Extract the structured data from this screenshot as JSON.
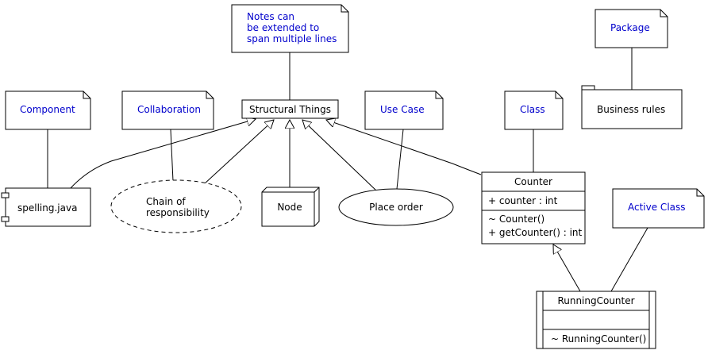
{
  "notes": {
    "main": [
      "Notes can",
      "be extended to",
      "span multiple lines"
    ],
    "component": "Component",
    "collaboration": "Collaboration",
    "use_case": "Use Case",
    "class": "Class",
    "package": "Package",
    "active_class": "Active Class"
  },
  "elements": {
    "structural_things": "Structural Things",
    "spelling": "spelling.java",
    "chain": [
      "Chain of",
      "responsibility"
    ],
    "node": "Node",
    "place_order": "Place order",
    "business_rules": "Business rules"
  },
  "counter": {
    "name": "Counter",
    "attributes": [
      "+ counter : int"
    ],
    "operations": [
      "~ Counter()",
      "+ getCounter() : int"
    ]
  },
  "running_counter": {
    "name": "RunningCounter",
    "operations": [
      "~ RunningCounter()"
    ]
  },
  "colors": {
    "note_text": "#0000cc",
    "line": "#000000",
    "fill": "#ffffff"
  }
}
